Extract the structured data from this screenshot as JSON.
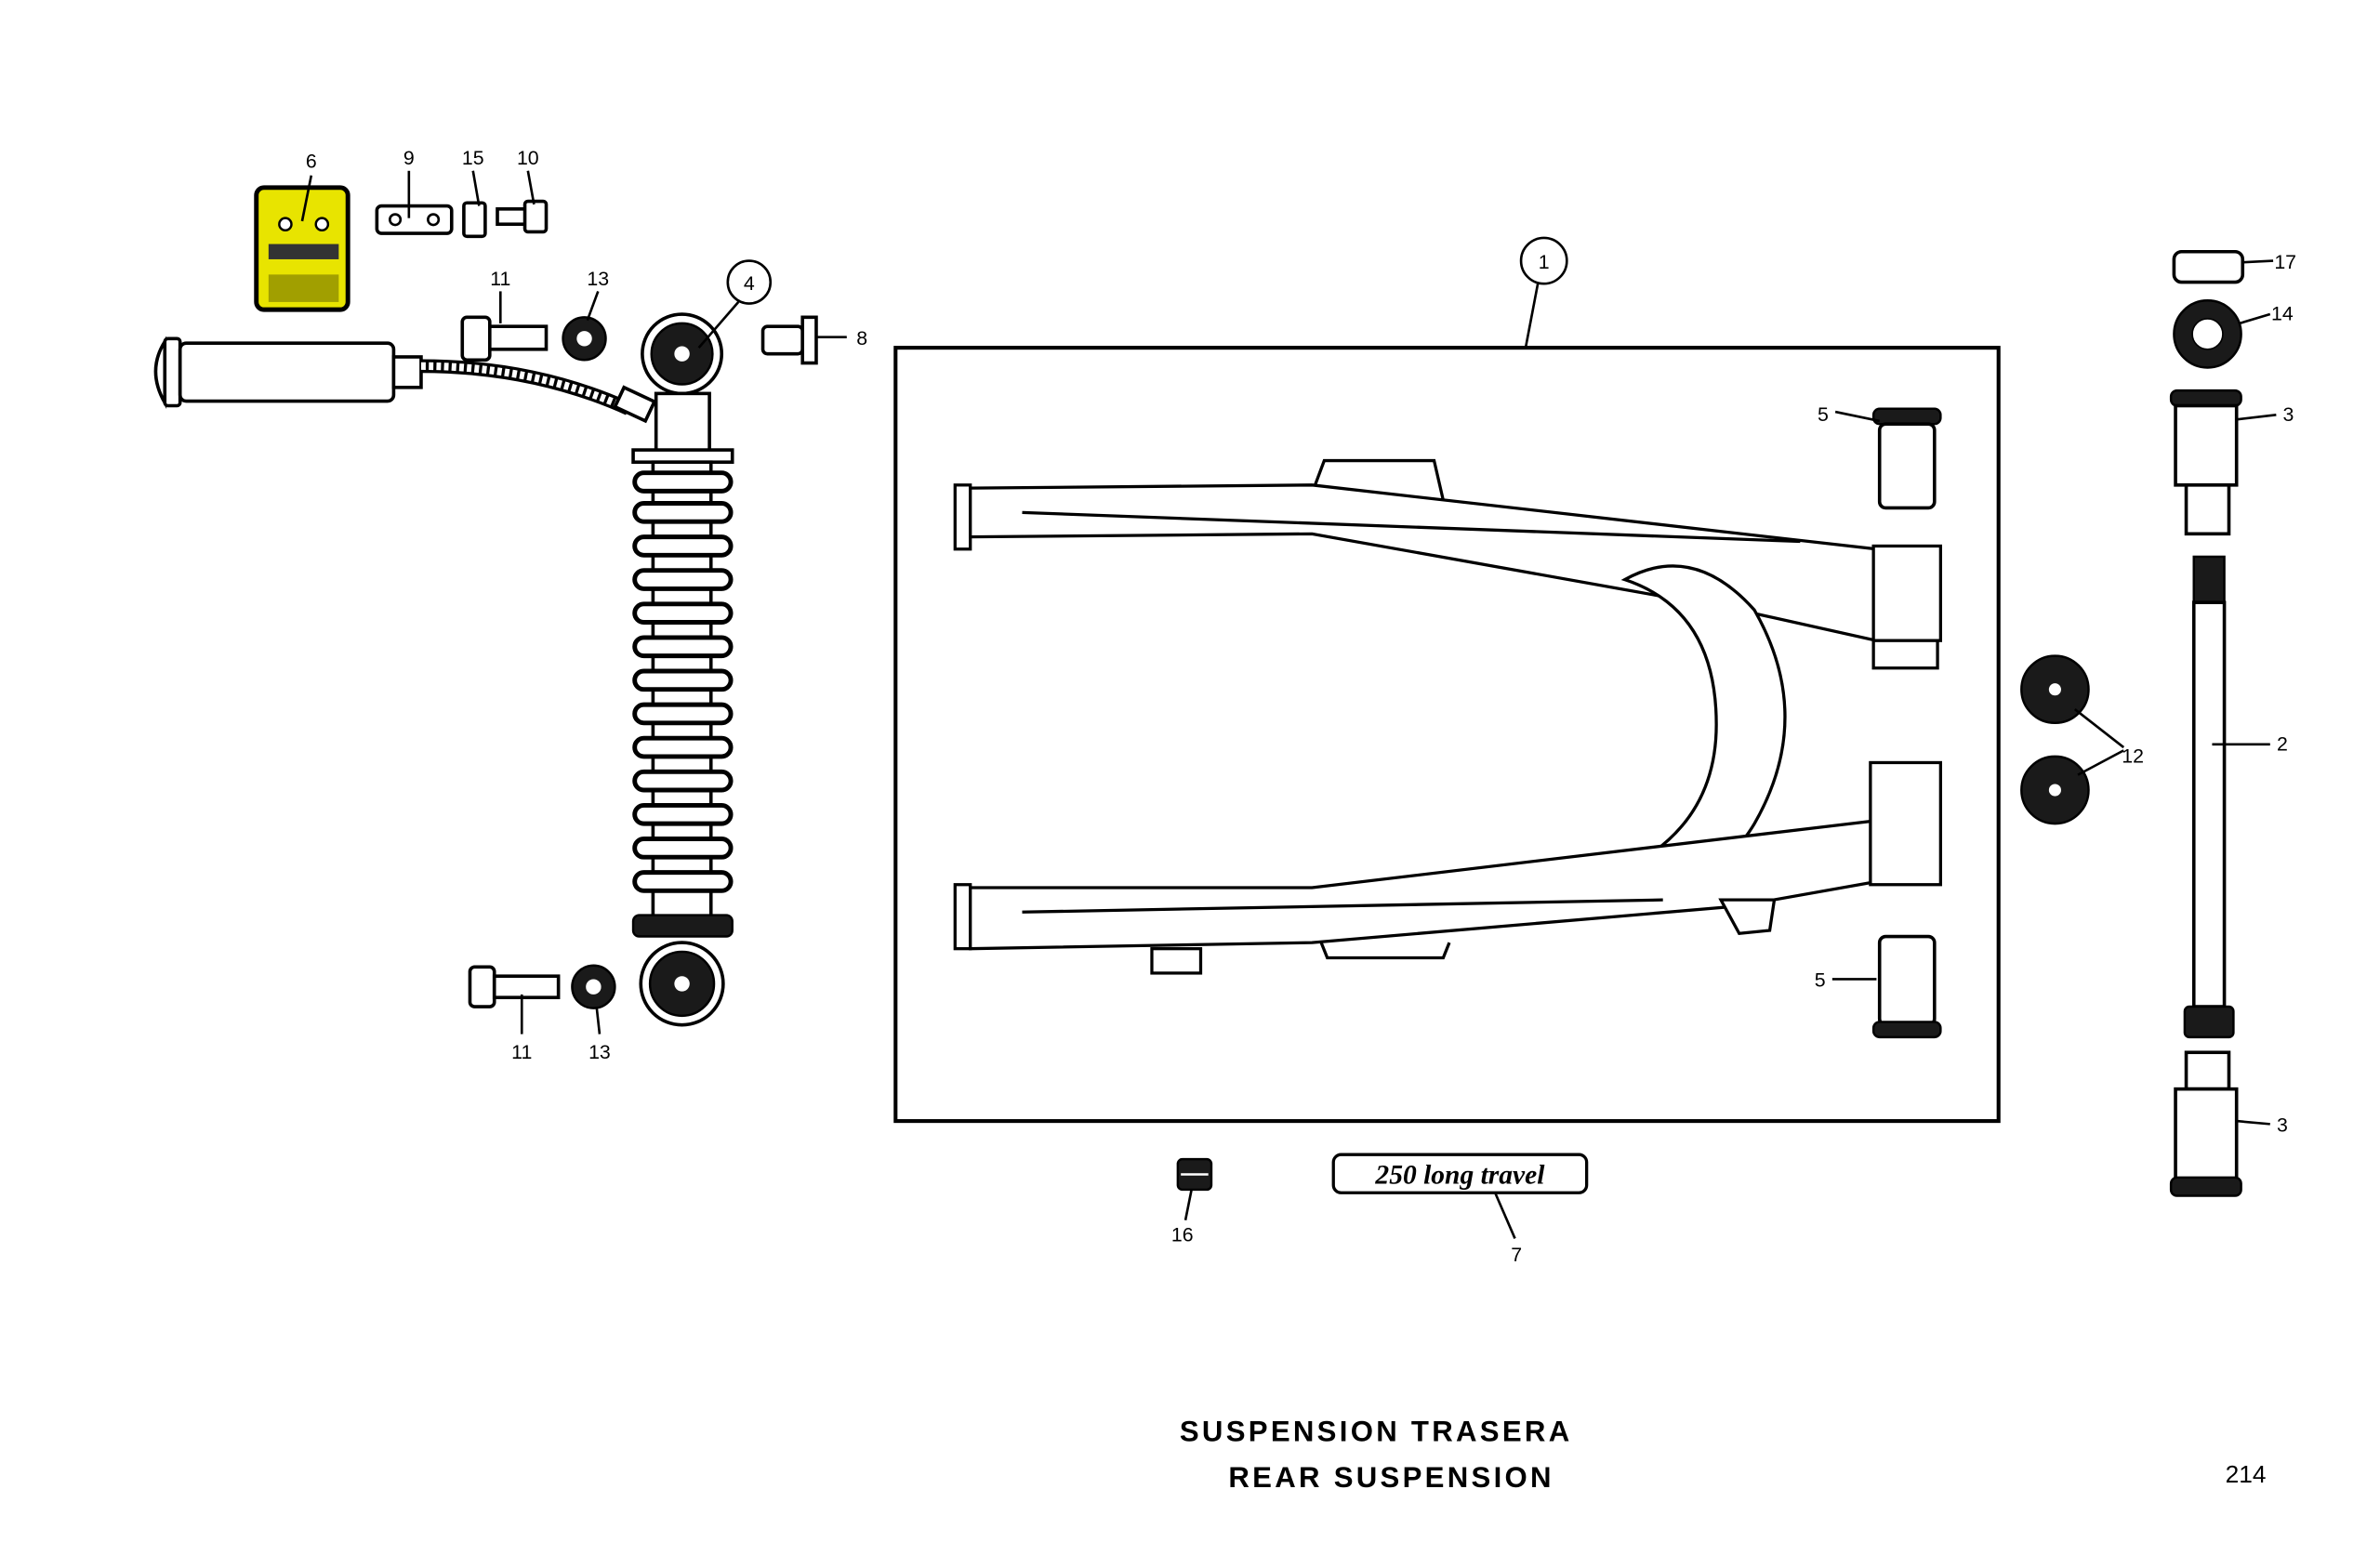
{
  "title": {
    "spanish": "SUSPENSION TRASERA",
    "english": "REAR SUSPENSION"
  },
  "page_number": "214",
  "badge_text": "250 long travel",
  "highlight_color": "#e8e400",
  "callouts": {
    "c6": "6",
    "c9": "9",
    "c15": "15",
    "c10": "10",
    "c11_top": "11",
    "c13_top": "13",
    "c4": "4",
    "c8": "8",
    "c1": "1",
    "c17": "17",
    "c14": "14",
    "c3_top": "3",
    "c5_top": "5",
    "c12": "12",
    "c2": "2",
    "c5_bottom": "5",
    "c3_bottom": "3",
    "c11_bottom": "11",
    "c13_bottom": "13",
    "c16": "16",
    "c7": "7"
  }
}
